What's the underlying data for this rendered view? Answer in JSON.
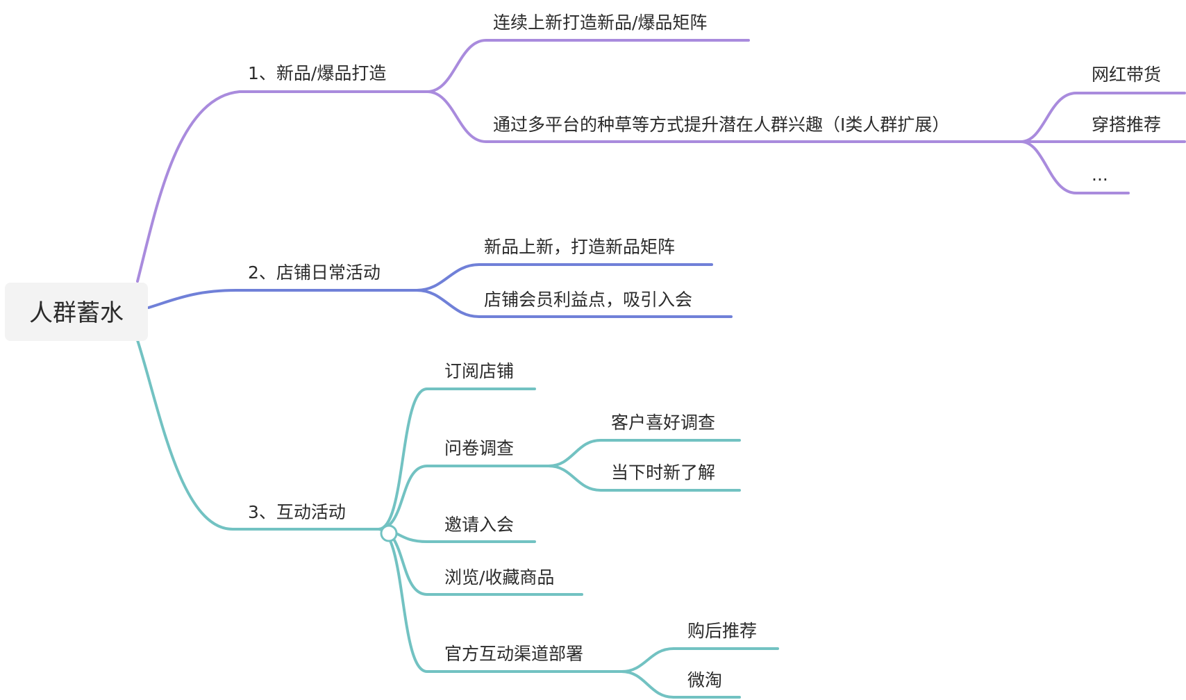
{
  "root": {
    "label": "人群蓄水"
  },
  "branches": [
    {
      "label": "1、新品/爆品打造",
      "color": "#a98bdd",
      "children": [
        {
          "label": "连续上新打造新品/爆品矩阵"
        },
        {
          "label": "通过多平台的种草等方式提升潜在人群兴趣（I类人群扩展）",
          "children": [
            {
              "label": "网红带货"
            },
            {
              "label": "穿搭推荐"
            },
            {
              "label": "..."
            }
          ]
        }
      ]
    },
    {
      "label": "2、店铺日常活动",
      "color": "#7080d8",
      "children": [
        {
          "label": "新品上新，打造新品矩阵"
        },
        {
          "label": "店铺会员利益点，吸引入会"
        }
      ]
    },
    {
      "label": "3、互动活动",
      "color": "#72c2c2",
      "children": [
        {
          "label": "订阅店铺"
        },
        {
          "label": "问卷调查",
          "children": [
            {
              "label": "客户喜好调查"
            },
            {
              "label": "当下时新了解"
            }
          ]
        },
        {
          "label": "邀请入会"
        },
        {
          "label": "浏览/收藏商品"
        },
        {
          "label": "官方互动渠道部署",
          "children": [
            {
              "label": "购后推荐"
            },
            {
              "label": "微淘"
            }
          ]
        }
      ]
    }
  ]
}
